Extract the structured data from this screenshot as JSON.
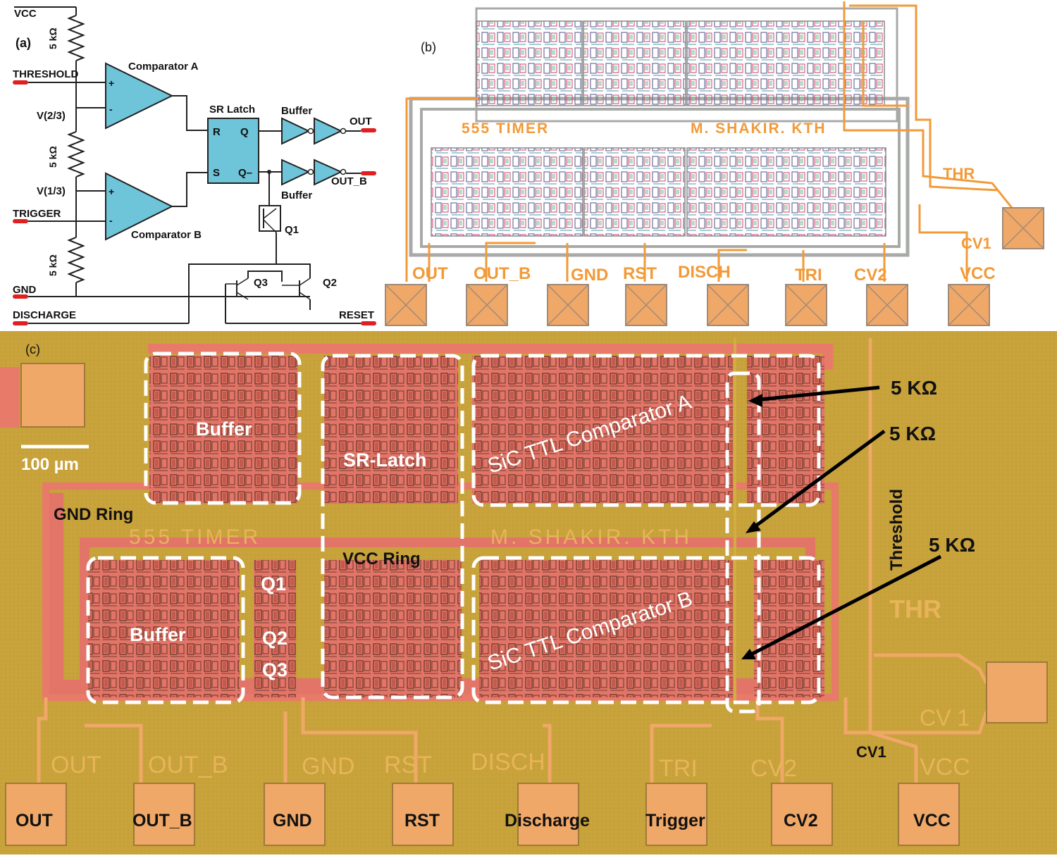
{
  "panels": {
    "a": {
      "label": "(a)"
    },
    "b": {
      "label": "(b)"
    },
    "c": {
      "label": "(c)"
    }
  },
  "schematic": {
    "vcc": "VCC",
    "threshold": "THRESHOLD",
    "trigger": "TRIGGER",
    "gnd": "GND",
    "discharge": "DISCHARGE",
    "reset": "RESET",
    "out": "OUT",
    "out_b": "OUT_B",
    "v23": "V(2/3)",
    "v13": "V(1/3)",
    "r1": "5 kΩ",
    "r2": "5 kΩ",
    "r3": "5 kΩ",
    "comp_a": "Comparator A",
    "comp_b": "Comparator B",
    "sr_latch": "SR Latch",
    "buffer_top": "Buffer",
    "buffer_bottom": "Buffer",
    "pin_r": "R",
    "pin_s": "S",
    "pin_q": "Q",
    "pin_qb": "Q–",
    "plus": "+",
    "minus": "-",
    "q1": "Q1",
    "q2": "Q2",
    "q3": "Q3"
  },
  "layout_b": {
    "title_left": "555 TIMER",
    "title_right": "M. SHAKIR. KTH",
    "thr": "THR",
    "cv1": "CV1",
    "pads": [
      "OUT",
      "OUT_B",
      "GND",
      "RST",
      "DISCH",
      "TRI",
      "CV2",
      "VCC"
    ]
  },
  "chip": {
    "scale": "100 µm",
    "gnd_ring": "GND Ring",
    "vcc_ring": "VCC Ring",
    "buffer_top": "Buffer",
    "buffer_bottom": "Buffer",
    "sr_latch": "SR-Latch",
    "comp_a": "SiC TTL Comparator A",
    "comp_b": "SiC TTL Comparator B",
    "q1": "Q1",
    "q2": "Q2",
    "q3": "Q3",
    "res1": "5 KΩ",
    "res2": "5 KΩ",
    "res3": "5 KΩ",
    "threshold": "Threshold",
    "cv1": "CV1",
    "metal_title_left": "555 TIMER",
    "metal_title_right": "M. SHAKIR. KTH",
    "metal_thr": "THR",
    "metal_cv1": "CV 1",
    "metal_pads": [
      "OUT",
      "OUT_B",
      "GND",
      "RST",
      "DISCH",
      "TRI",
      "CV2",
      "VCC"
    ],
    "pads": [
      "OUT",
      "OUT_B",
      "GND",
      "RST",
      "Discharge",
      "Trigger",
      "CV2",
      "VCC"
    ]
  },
  "colors": {
    "chip_bg": "#c9a33a",
    "metal_pink": "#e87a6a",
    "pad": "#f0a868",
    "cell_line": "#98a2a6",
    "orange_wire": "#f29a38",
    "schematic_fill": "#6ec4d8",
    "pin_red": "#e02020"
  }
}
